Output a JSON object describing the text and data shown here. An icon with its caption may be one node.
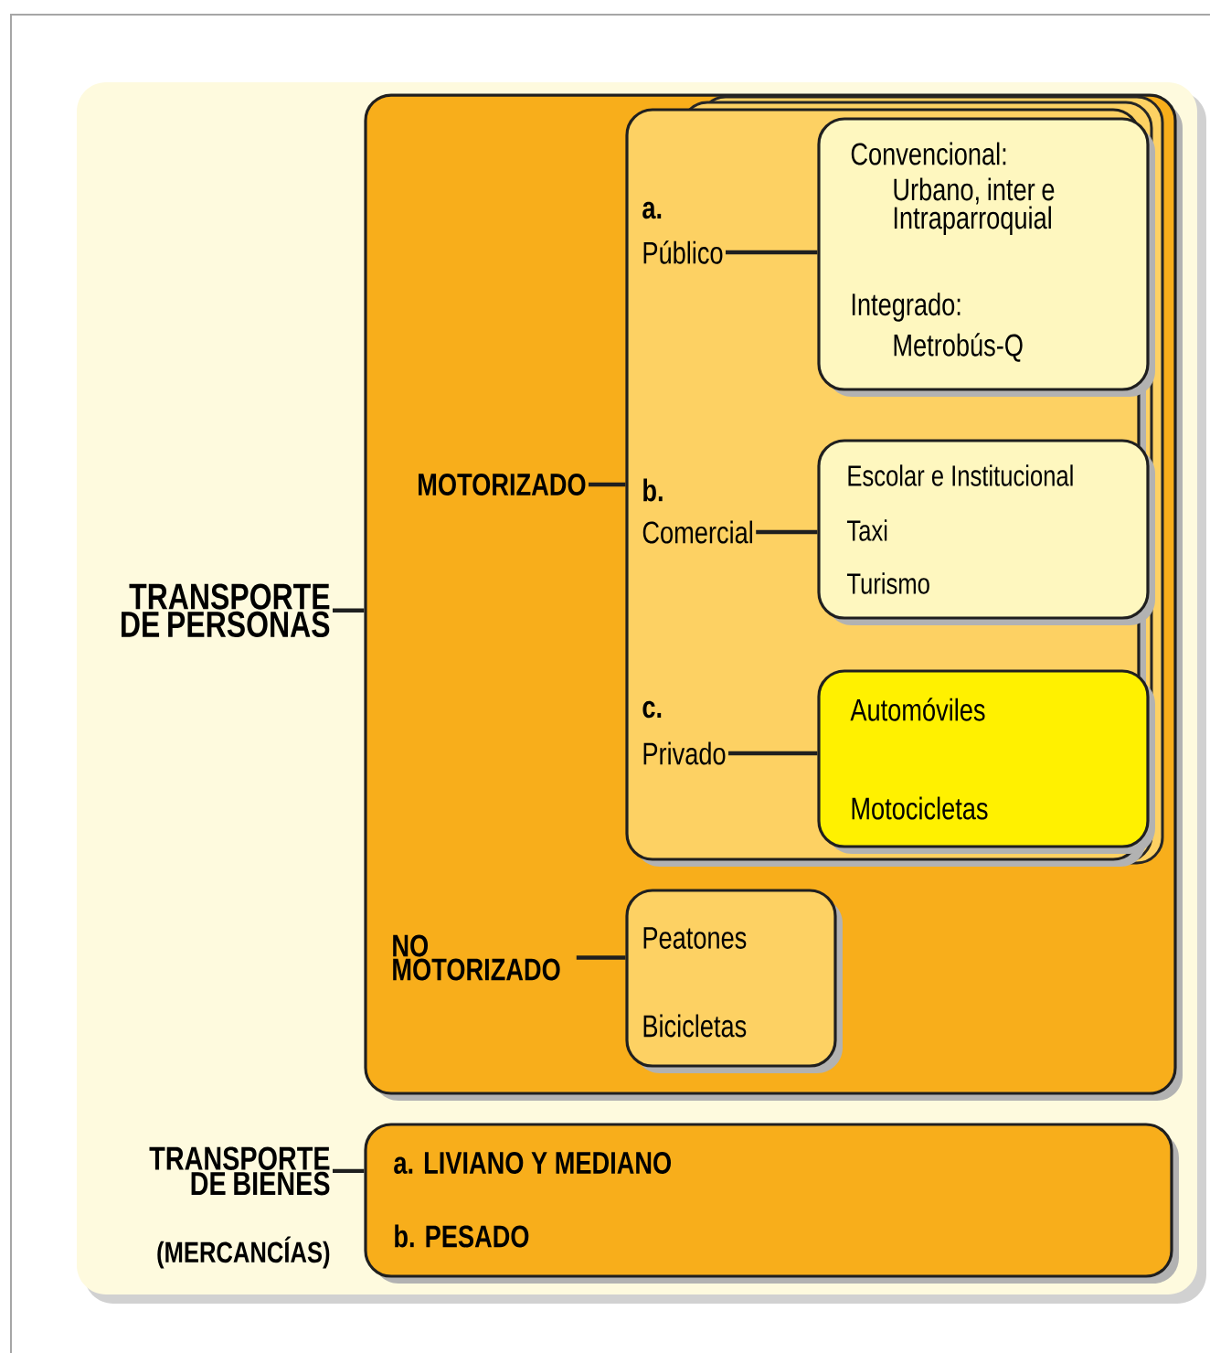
{
  "diagram": {
    "nodes": [
      {
        "text": [
          "TRANSPORTE DE PERSONAS"
        ]
      },
      {
        "text": [],
        "shape": "box"
      },
      {
        "text": [
          "MOTORIZADO"
        ],
        "in": 1
      },
      {
        "text": [],
        "shape": "box",
        "in": 1
      },
      {
        "text": [
          "a.",
          "Público"
        ],
        "in": 3
      },
      {
        "text": [
          "Convencional:",
          "Urbano, inter e Intraparroquial",
          "Integrado:",
          "Metrobús-Q"
        ],
        "in": 3
      },
      {
        "text": [
          "b.",
          "Comercial"
        ],
        "in": 3
      },
      {
        "text": [
          "Escolar e Institucional",
          "Taxi",
          "Turismo"
        ],
        "in": 3
      },
      {
        "text": [
          "c.",
          "Privado"
        ],
        "in": 3
      },
      {
        "text": [
          "Automóviles",
          "Motocicletas"
        ],
        "in": 3
      },
      {
        "text": [
          "NO MOTORIZADO"
        ],
        "in": 1
      },
      {
        "text": [
          "Peatones",
          "Bicicletas"
        ],
        "in": 1
      },
      {
        "text": [
          "TRANSPORTE DE BIENES",
          "(MERCANCÍAS)"
        ]
      },
      {
        "text": [
          "a. LIVIANO Y MEDIANO",
          "b. PESADO"
        ]
      }
    ],
    "edges": [
      {
        "from": 0,
        "to": 1,
        "arrow": "none"
      },
      {
        "from": 2,
        "to": 3,
        "arrow": "none"
      },
      {
        "from": 4,
        "to": 5,
        "arrow": "none"
      },
      {
        "from": 6,
        "to": 7,
        "arrow": "none"
      },
      {
        "from": 8,
        "to": 9,
        "arrow": "none"
      },
      {
        "from": 10,
        "to": 11,
        "arrow": "none"
      },
      {
        "from": 12,
        "to": 13,
        "arrow": "none"
      }
    ]
  }
}
